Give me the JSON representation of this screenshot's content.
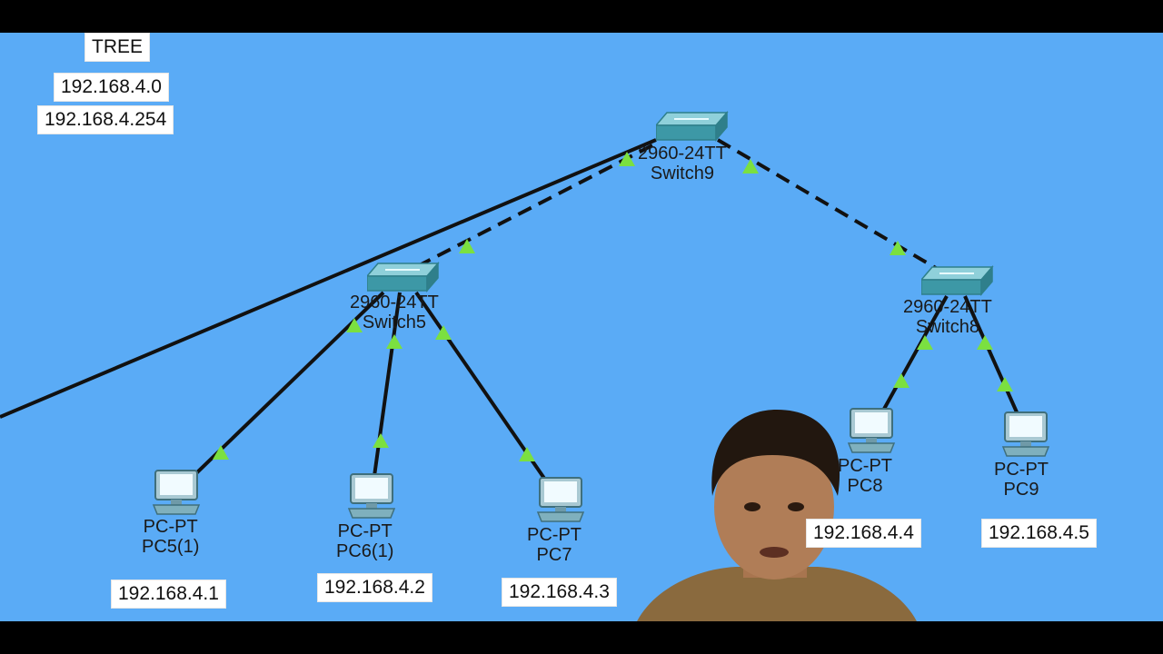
{
  "diagram": {
    "title": "TREE",
    "network_address": "192.168.4.0",
    "broadcast_address": "192.168.4.254",
    "switches": [
      {
        "id": "switch9",
        "model": "2960-24TT",
        "name": "Switch9"
      },
      {
        "id": "switch5",
        "model": "2960-24TT",
        "name": "Switch5"
      },
      {
        "id": "switch8",
        "model": "2960-24TT",
        "name": "Switch8"
      }
    ],
    "pcs": [
      {
        "id": "pc5",
        "model": "PC-PT",
        "name": "PC5(1)",
        "ip": "192.168.4.1"
      },
      {
        "id": "pc6",
        "model": "PC-PT",
        "name": "PC6(1)",
        "ip": "192.168.4.2"
      },
      {
        "id": "pc7",
        "model": "PC-PT",
        "name": "PC7",
        "ip": "192.168.4.3"
      },
      {
        "id": "pc8",
        "model": "PC-PT",
        "name": "PC8",
        "ip": "192.168.4.4"
      },
      {
        "id": "pc9",
        "model": "PC-PT",
        "name": "PC9",
        "ip": "192.168.4.5"
      }
    ],
    "links": [
      {
        "from": "switch9",
        "to": "offscreen-left",
        "style": "solid"
      },
      {
        "from": "switch9",
        "to": "switch5",
        "style": "dashed"
      },
      {
        "from": "switch9",
        "to": "switch8",
        "style": "dashed"
      },
      {
        "from": "switch5",
        "to": "pc5",
        "style": "solid"
      },
      {
        "from": "switch5",
        "to": "pc6",
        "style": "solid"
      },
      {
        "from": "switch5",
        "to": "pc7",
        "style": "solid"
      },
      {
        "from": "switch8",
        "to": "pc8",
        "style": "solid"
      },
      {
        "from": "switch8",
        "to": "pc9",
        "style": "solid"
      }
    ],
    "colors": {
      "workspace": "#5aabf6",
      "link": "#111111",
      "port_indicator": "#7be040",
      "switch": "#4aa3b0",
      "letterbox": "#000000"
    }
  }
}
